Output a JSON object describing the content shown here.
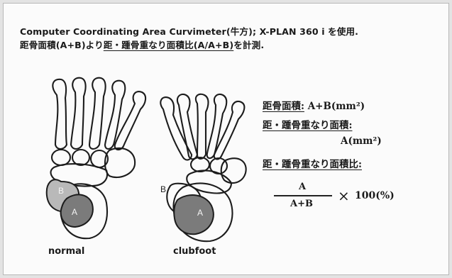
{
  "header": {
    "line1": "Computer Coordinating Area Curvimeter(牛方); X-PLAN 360 i を使用.",
    "line2_pre": "距骨面積(A+B)より",
    "line2_mid": "距・踵骨重なり面積比(A/A+B)",
    "line2_post": "を計測."
  },
  "legend": {
    "item1_key": "距骨面積:",
    "item1_val": "A+B(mm²)",
    "item2_key": "距・踵骨重なり面積:",
    "item2_val": "A(mm²)",
    "item3_key": "距・踵骨重なり面積比:"
  },
  "formula": {
    "numerator": "A",
    "denominator": "A+B",
    "times": "×",
    "multiplier": "100(%)"
  },
  "figures": [
    {
      "label": "normal",
      "region_b": "B",
      "region_a": "A"
    },
    {
      "label": "clubfoot",
      "region_b": "B",
      "region_a": "A"
    }
  ],
  "colors": {
    "region_a": "#7b7b7b",
    "region_b": "#b9b9b9",
    "outline": "#1c1c1c",
    "background": "#fbfbfb"
  }
}
